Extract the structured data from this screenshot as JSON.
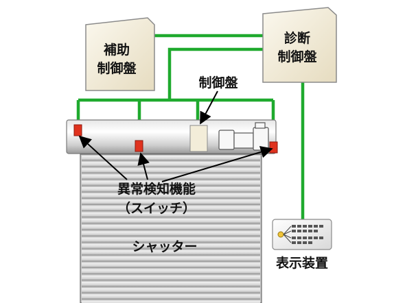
{
  "labels": {
    "aux_panel": [
      "補助",
      "制御盤"
    ],
    "diag_panel": [
      "診断",
      "制御盤"
    ],
    "control_panel": "制御盤",
    "anomaly_line1": "異常検知機能",
    "anomaly_line2": "（スイッチ）",
    "shutter": "シャッター",
    "display": "表示装置"
  },
  "colors": {
    "wire": "#1faa2e",
    "box_fill": "#f3edd9",
    "box_stroke": "#8a8a8a",
    "sensor": "#e0321e",
    "arrow": "#000000"
  },
  "icons": {
    "motor": "motor-icon",
    "display_chart": "display-chart-icon"
  }
}
